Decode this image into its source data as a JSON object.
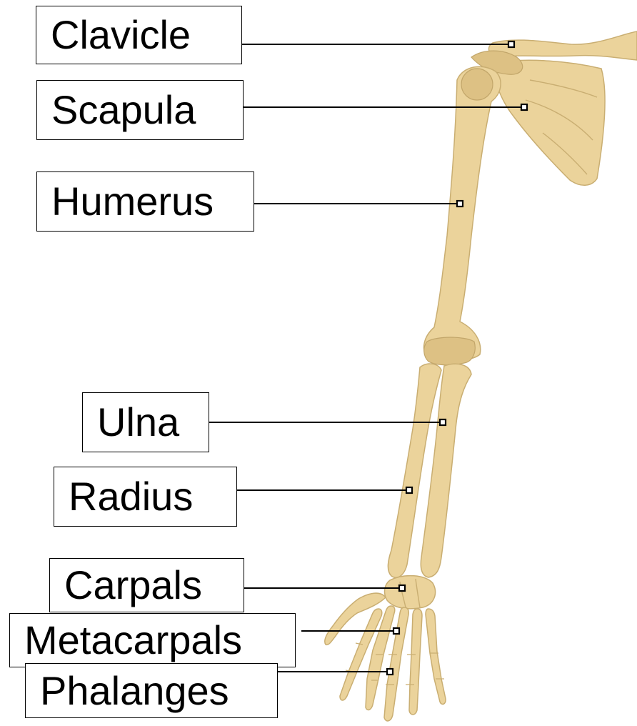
{
  "labels": {
    "clavicle": "Clavicle",
    "scapula": "Scapula",
    "humerus": "Humerus",
    "ulna": "Ulna",
    "radius": "Radius",
    "carpals": "Carpals",
    "metacarpals": "Metacarpals",
    "phalanges": "Phalanges"
  },
  "colors": {
    "bone_fill": "#EBD39B",
    "bone_outline": "#C9AE72",
    "label_border": "#000000",
    "leader_line": "#000000"
  }
}
